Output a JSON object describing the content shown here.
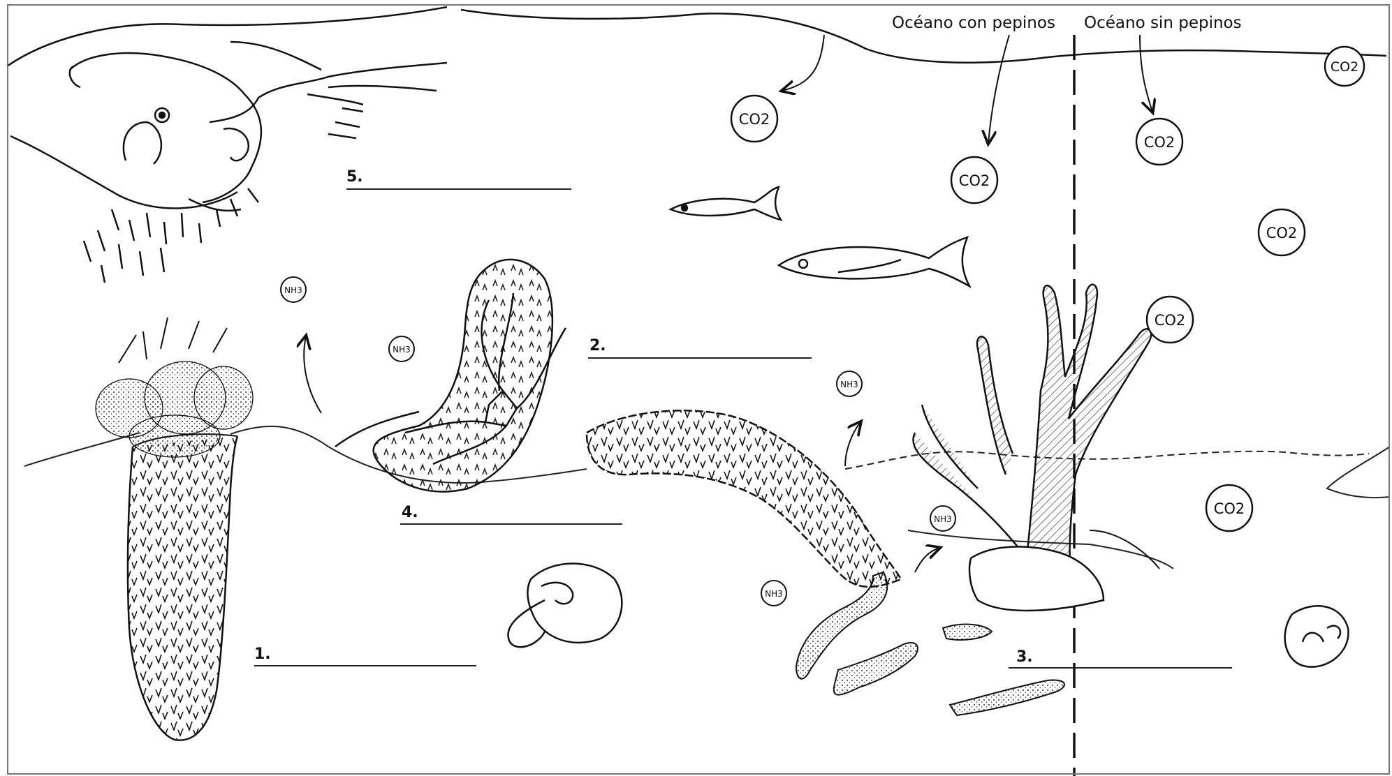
{
  "headers": {
    "with_cucumbers": "Océano con pepinos",
    "without_cucumbers": "Océano sin pepinos"
  },
  "labels": {
    "n1": "1.",
    "n2": "2.",
    "n3": "3.",
    "n4": "4.",
    "n5": "5."
  },
  "molecules": {
    "co2": "CO2",
    "nh3": "NH3"
  },
  "colors": {
    "ink": "#111111",
    "frame": "#777777",
    "background": "#ffffff"
  },
  "icons": [
    "sea-otter-icon",
    "sea-cucumber-icon",
    "brittle-star-icon",
    "fish-icon",
    "coral-icon",
    "clam-icon",
    "snail-icon",
    "fecal-pellet-icon",
    "co2-bubble-icon",
    "nh3-bubble-icon",
    "arrow-icon"
  ]
}
